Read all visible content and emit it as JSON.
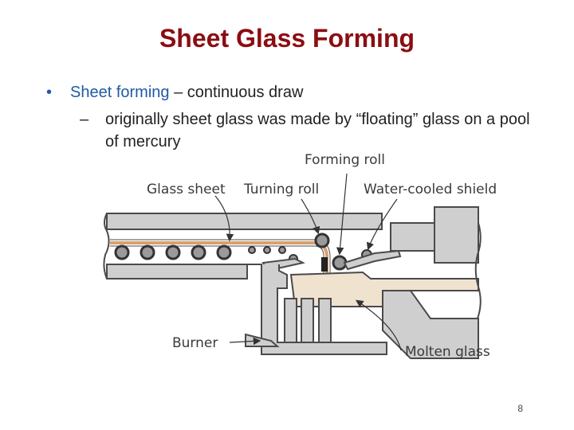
{
  "slide": {
    "title": "Sheet Glass Forming",
    "page_number": "8"
  },
  "bullets": {
    "level1_highlight": "Sheet forming",
    "level1_rest": " – continuous draw",
    "level1_marker": "•",
    "level2_marker": "–",
    "level2_text": "originally sheet glass was made by “floating” glass on a pool of mercury"
  },
  "diagram": {
    "labels": {
      "forming_roll": "Forming roll",
      "glass_sheet": "Glass sheet",
      "turning_roll": "Turning roll",
      "water_cooled_shield": "Water-cooled shield",
      "burner": "Burner",
      "molten_glass": "Molten glass"
    },
    "colors": {
      "structure": "#cfcfcf",
      "outline": "#4a4a4a",
      "glass_sheet": "#d9a06a",
      "molten_glass": "#efe2cf"
    }
  }
}
